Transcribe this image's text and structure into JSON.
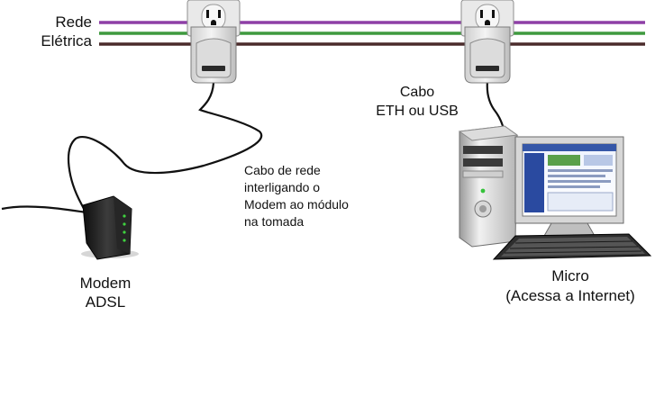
{
  "labels": {
    "rede_eletrica": [
      "Rede",
      "Elétrica"
    ],
    "cabo_eth": [
      "Cabo",
      "ETH ou USB"
    ],
    "cabo_rede": [
      "Cabo de rede",
      "interligando o",
      "Modem ao módulo",
      "na tomada"
    ],
    "modem": [
      "Modem",
      "ADSL"
    ],
    "micro": [
      "Micro",
      "(Acessa a Internet)"
    ]
  },
  "wire_colors": {
    "phase": "#8e3fa6",
    "ground": "#3f9a3f",
    "neutral": "#4a2b2b"
  },
  "icons": [
    "power-outlet-icon",
    "powerline-adapter-icon",
    "adsl-modem-icon",
    "desktop-computer-icon",
    "monitor-icon",
    "keyboard-icon"
  ]
}
